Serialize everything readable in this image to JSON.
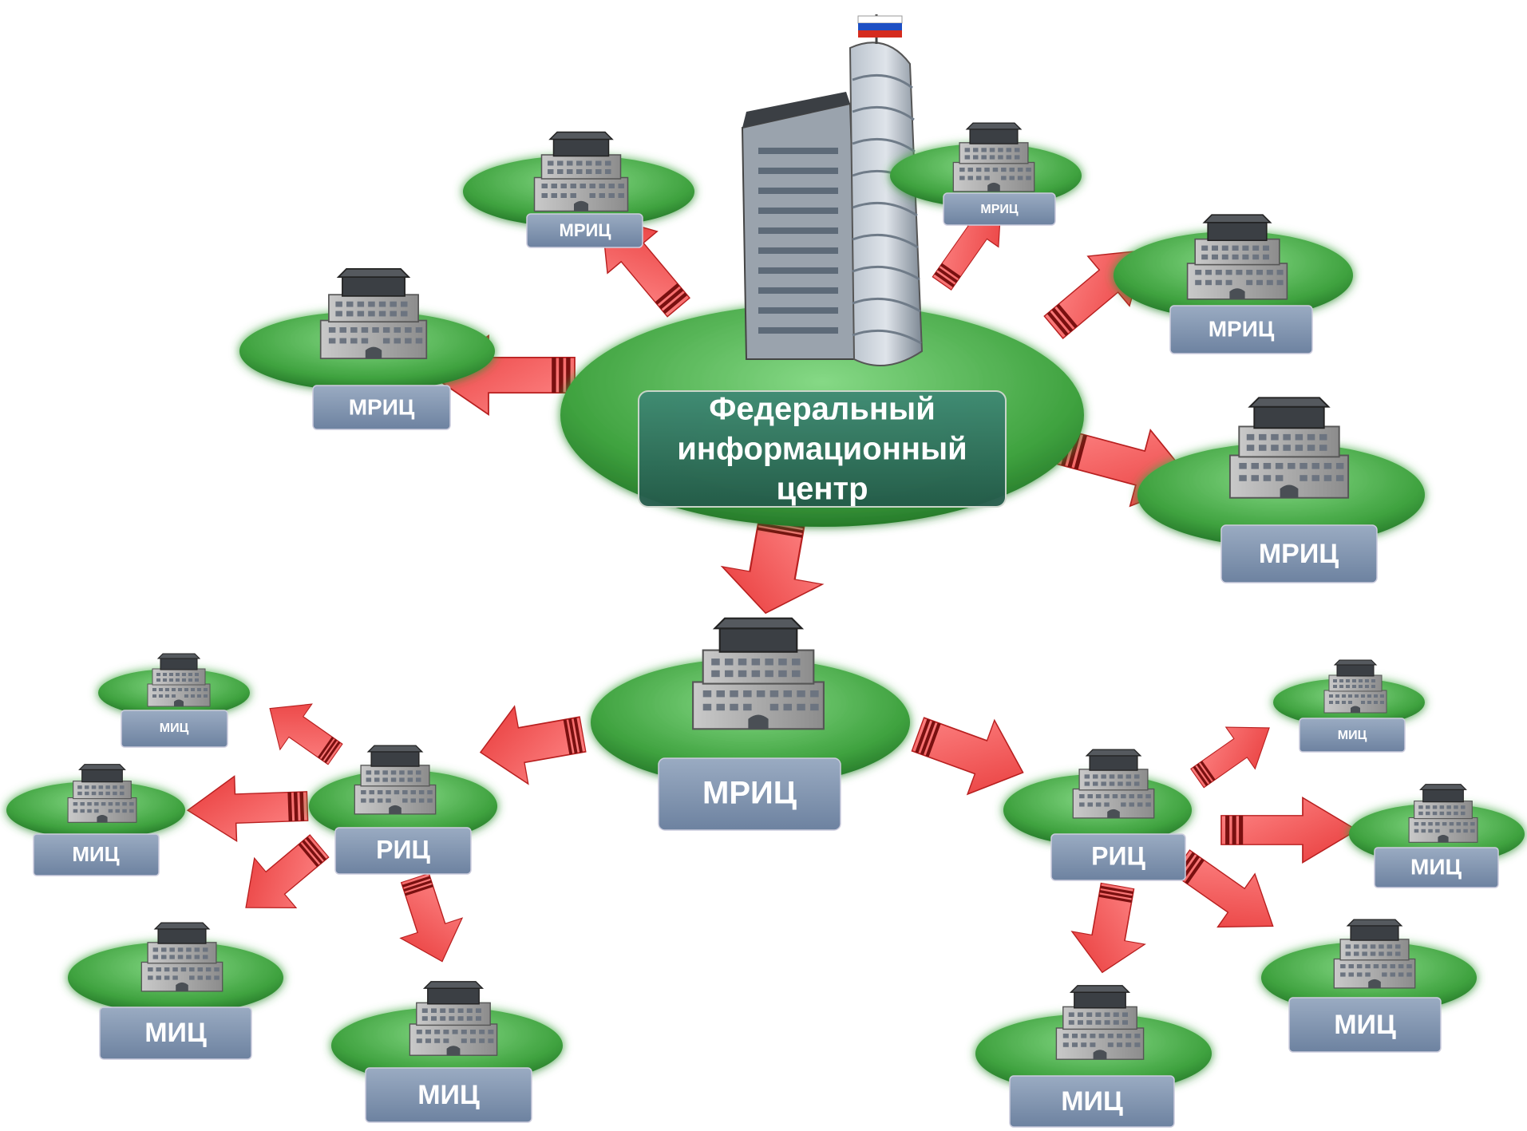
{
  "center": {
    "line1": "Федеральный",
    "line2": "информационный",
    "line3": "центр"
  },
  "nodes": {
    "mric_top_left": "МРИЦ",
    "mric_left": "МРИЦ",
    "mric_top_right": "МРИЦ",
    "mric_right": "МРИЦ",
    "mric_far_right": "МРИЦ",
    "mric_middle": "МРИЦ",
    "ric_left": "РИЦ",
    "ric_right": "РИЦ",
    "mic_l1": "МИЦ",
    "mic_l2": "МИЦ",
    "mic_l3": "МИЦ",
    "mic_l4": "МИЦ",
    "mic_r1": "МИЦ",
    "mic_r2": "МИЦ",
    "mic_r3": "МИЦ",
    "mic_r4": "МИЦ"
  },
  "colors": {
    "platform": "#3c9a3c",
    "platform_light": "#7fd07f",
    "label_box": "#7f93ad",
    "arrow": "#f04848",
    "center_box": "#2f6e5c"
  }
}
